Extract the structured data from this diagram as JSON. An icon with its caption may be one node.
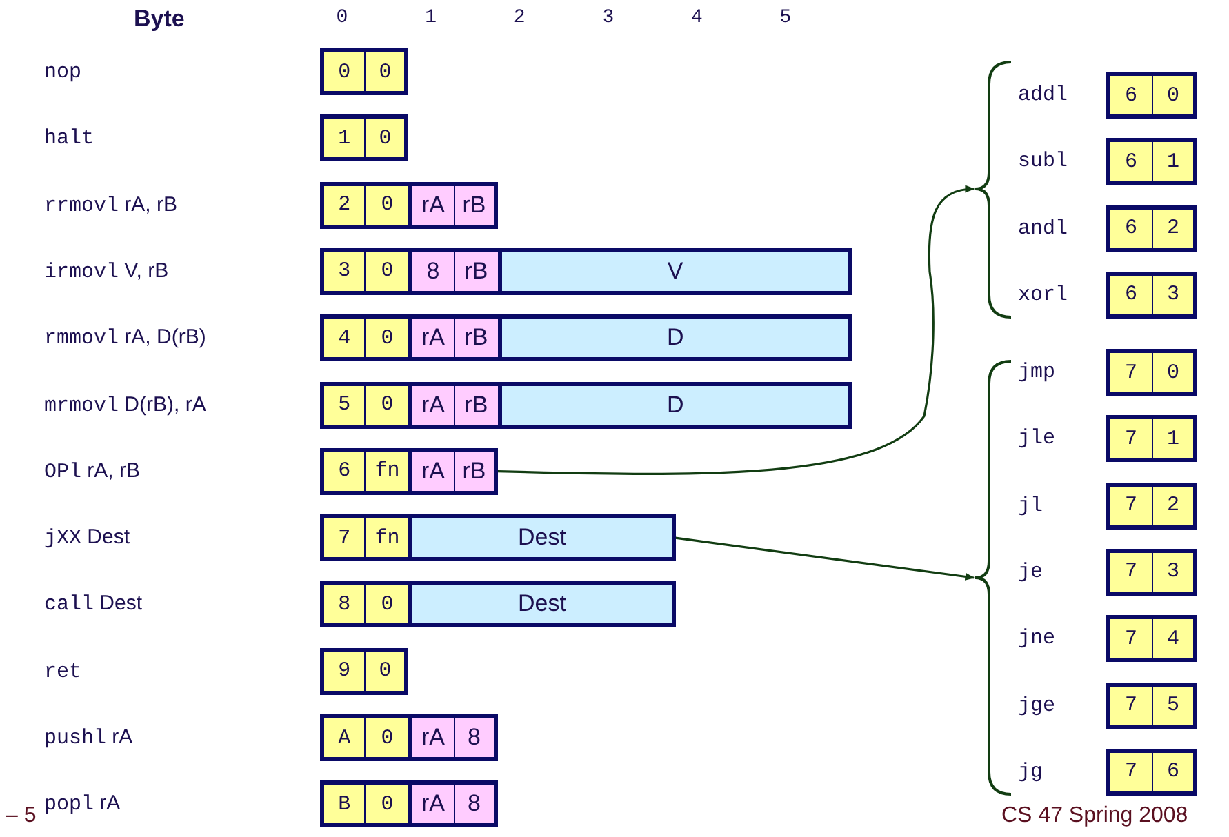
{
  "diagram": {
    "nodes": [
      {
        "text": [
          "0"
        ]
      },
      {
        "text": [
          "0"
        ]
      },
      {
        "text": [
          "1"
        ]
      },
      {
        "text": [
          "0"
        ]
      },
      {
        "text": [
          "2"
        ]
      },
      {
        "text": [
          "0"
        ]
      },
      {
        "text": [
          "rA"
        ]
      },
      {
        "text": [
          "rB"
        ]
      },
      {
        "text": [
          "3"
        ]
      },
      {
        "text": [
          "0"
        ]
      },
      {
        "text": [
          "8"
        ]
      },
      {
        "text": [
          "rB"
        ]
      },
      {
        "text": [
          "V"
        ]
      },
      {
        "text": [
          "4"
        ]
      },
      {
        "text": [
          "0"
        ]
      },
      {
        "text": [
          "rA"
        ]
      },
      {
        "text": [
          "rB"
        ]
      },
      {
        "text": [
          "D"
        ]
      },
      {
        "text": [
          "5"
        ]
      },
      {
        "text": [
          "0"
        ]
      },
      {
        "text": [
          "rA"
        ]
      },
      {
        "text": [
          "rB"
        ]
      },
      {
        "text": [
          "D"
        ]
      },
      {
        "text": [
          "6"
        ]
      },
      {
        "text": [
          "fn"
        ]
      },
      {
        "text": [
          "rA"
        ]
      },
      {
        "text": [
          "rB"
        ]
      },
      {
        "text": [
          "7"
        ]
      },
      {
        "text": [
          "fn"
        ]
      },
      {
        "text": [
          "Dest"
        ]
      },
      {
        "text": [
          "8"
        ]
      },
      {
        "text": [
          "0"
        ]
      },
      {
        "text": [
          "Dest"
        ]
      },
      {
        "text": [
          "9"
        ]
      },
      {
        "text": [
          "0"
        ]
      },
      {
        "text": [
          "A"
        ]
      },
      {
        "text": [
          "0"
        ]
      },
      {
        "text": [
          "rA"
        ]
      },
      {
        "text": [
          "8"
        ]
      },
      {
        "text": [
          "B"
        ]
      },
      {
        "text": [
          "0"
        ]
      },
      {
        "text": [
          "rA"
        ]
      },
      {
        "text": [
          "8"
        ]
      },
      {
        "text": [],
        "shape": "bracket"
      },
      {
        "text": [
          "6"
        ]
      },
      {
        "text": [
          "0"
        ]
      },
      {
        "text": [
          "6"
        ]
      },
      {
        "text": [
          "1"
        ]
      },
      {
        "text": [
          "6"
        ]
      },
      {
        "text": [
          "2"
        ]
      },
      {
        "text": [
          "6"
        ]
      },
      {
        "text": [
          "3"
        ]
      },
      {
        "text": [],
        "shape": "bracket"
      },
      {
        "text": [
          "7"
        ]
      },
      {
        "text": [
          "0"
        ]
      },
      {
        "text": [
          "7"
        ]
      },
      {
        "text": [
          "1"
        ]
      },
      {
        "text": [
          "7"
        ]
      },
      {
        "text": [
          "2"
        ]
      },
      {
        "text": [
          "7"
        ]
      },
      {
        "text": [
          "3"
        ]
      },
      {
        "text": [
          "7"
        ]
      },
      {
        "text": [
          "4"
        ]
      },
      {
        "text": [
          "7"
        ]
      },
      {
        "text": [
          "5"
        ]
      },
      {
        "text": [
          "7"
        ]
      },
      {
        "text": [
          "6"
        ]
      }
    ],
    "edges": [
      {
        "from": 26,
        "to": 43,
        "arrow": "to"
      },
      {
        "from": 29,
        "to": 52,
        "arrow": "to"
      }
    ],
    "labels": [
      "Byte",
      "0",
      "1",
      "2",
      "3",
      "4",
      "5",
      "nop",
      "halt",
      "rrmovl rA, rB",
      "irmovl V, rB",
      "rmmovl rA, D(rB)",
      "mrmovl D(rB), rA",
      "OPl rA, rB",
      "jXX Dest",
      "call Dest",
      "ret",
      "pushl rA",
      "popl rA",
      "addl",
      "subl",
      "andl",
      "xorl",
      "jmp",
      "jle",
      "jl",
      "je",
      "jne",
      "jge",
      "jg",
      "– 5",
      "CS 47 Spring 2008"
    ]
  }
}
